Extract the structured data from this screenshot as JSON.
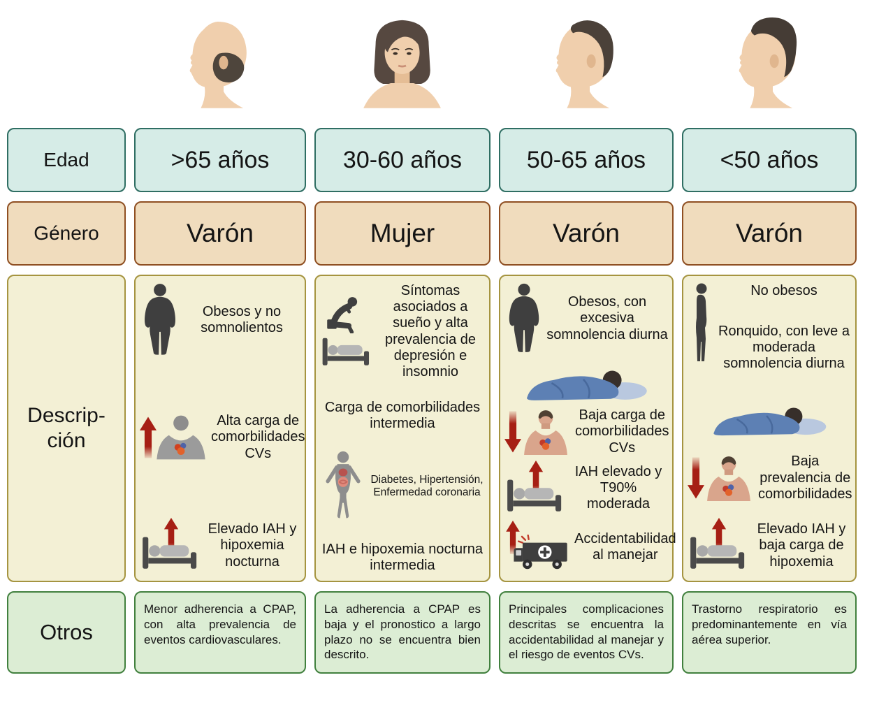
{
  "row_labels": {
    "age": "Edad",
    "gender": "Género",
    "description": "Descrip-\nción",
    "others": "Otros"
  },
  "columns": [
    {
      "head_icon": "older-balding-man-profile-icon",
      "age": ">65 años",
      "gender": "Varón",
      "description_items": [
        {
          "icon": "obese-person-icon",
          "text": "Obesos y no somnolientos"
        },
        {
          "icon": "up-arrow-torso-heart-icon",
          "text": "Alta carga de comorbilidades CVs"
        },
        {
          "icon": "bed-up-arrow-icon",
          "text": "Elevado IAH y hipoxemia nocturna"
        }
      ],
      "others": "Menor adherencia a CPAP, con alta prevalencia de eventos cardiovasculares."
    },
    {
      "head_icon": "woman-front-face-icon",
      "age": "30-60 años",
      "gender": "Mujer",
      "description_items": [
        {
          "icon": "insomnia-person-bed-icon",
          "text": "Síntomas asociados a sueño y alta prevalencia de depresión e insomnio"
        },
        {
          "icon": null,
          "text": "Carga de comorbilidades intermedia"
        },
        {
          "icon": "female-body-organs-icon",
          "text": "Diabetes, Hipertensión, Enfermedad coronaria"
        },
        {
          "icon": null,
          "text": "IAH e hipoxemia nocturna intermedia"
        }
      ],
      "others": "La adherencia a CPAP es baja y el pronostico a largo plazo no se encuentra bien descrito."
    },
    {
      "head_icon": "middle-aged-man-profile-icon",
      "age": "50-65 años",
      "gender": "Varón",
      "description_items": [
        {
          "icon": "obese-person-icon",
          "text": "Obesos, con excesiva somnolencia diurna"
        },
        {
          "icon": "sleeping-person-icon",
          "text": ""
        },
        {
          "icon": "down-arrow-torso-heart-icon",
          "text": "Baja carga de comorbilidades CVs"
        },
        {
          "icon": "bed-up-arrow-icon",
          "text": "IAH elevado y T90% moderada"
        },
        {
          "icon": "ambulance-up-arrow-icon",
          "text": "Accidentabilidad al manejar"
        }
      ],
      "others": "Principales complicaciones descritas se encuentra la accidentabilidad al manejar y el riesgo de eventos CVs."
    },
    {
      "head_icon": "young-man-profile-icon",
      "age": "<50 años",
      "gender": "Varón",
      "description_items": [
        {
          "icon": "thin-person-icon",
          "text": "No obesos"
        },
        {
          "icon": null,
          "text": "Ronquido, con leve a moderada somnolencia diurna"
        },
        {
          "icon": "sleeping-person-icon",
          "text": ""
        },
        {
          "icon": "down-arrow-torso-heart-icon",
          "text": "Baja prevalencia de comorbilidades"
        },
        {
          "icon": "bed-up-arrow-icon",
          "text": "Elevado IAH y baja carga de hipoxemia"
        }
      ],
      "others": "Trastorno respiratorio es predominantemente en vía aérea superior."
    }
  ],
  "colors": {
    "age_row_bg": "#d6ece7",
    "age_row_border": "#2f6e63",
    "gender_row_bg": "#f0dcbd",
    "gender_row_border": "#8f4f22",
    "description_row_bg": "#f3f0d5",
    "description_row_border": "#a59440",
    "others_row_bg": "#dcedd4",
    "others_row_border": "#41803e",
    "arrow_red": "#a61f14",
    "silhouette_gray": "#3f3f3f"
  }
}
